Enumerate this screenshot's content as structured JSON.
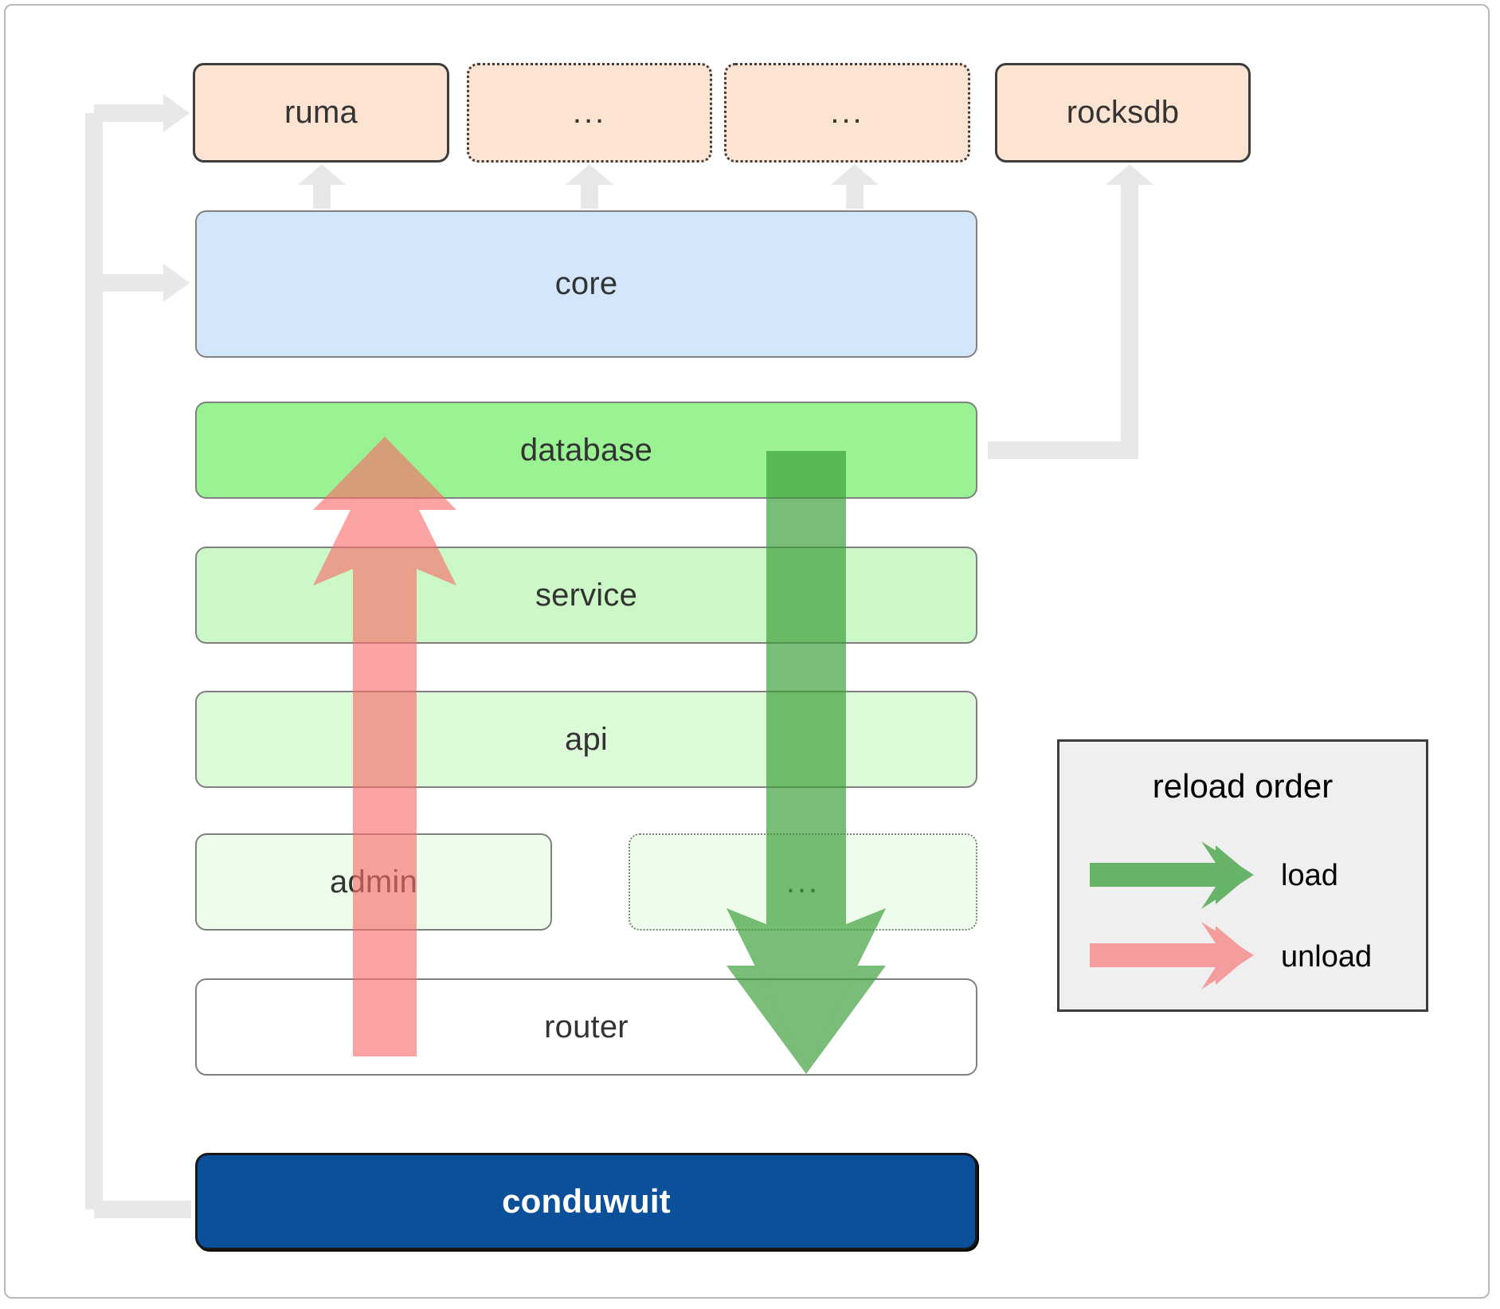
{
  "diagram": {
    "title_hidden": "conduwuit module reload architecture",
    "nodes": {
      "ruma": "ruma",
      "ellipsis_top_1": "...",
      "ellipsis_top_2": "...",
      "rocksdb": "rocksdb",
      "core": "core",
      "database": "database",
      "service": "service",
      "api": "api",
      "admin": "admin",
      "ellipsis_mid": "...",
      "router": "router",
      "conduwuit": "conduwuit"
    },
    "legend": {
      "title": "reload order",
      "items": [
        {
          "label": "load",
          "color": "#4caf50",
          "direction": "right"
        },
        {
          "label": "unload",
          "color": "#fa7a7a",
          "direction": "right"
        }
      ]
    },
    "arrows": {
      "load_arrow": {
        "color": "#4caf50",
        "direction": "down",
        "semantic": "load-order-arrow"
      },
      "unload_arrow": {
        "color": "#fa7a7a",
        "direction": "up",
        "semantic": "unload-order-arrow"
      },
      "dependency_color": "#e8e8e8"
    },
    "colors": {
      "orange_fill": "#fce3d2",
      "blue_fill": "#d4e6fa",
      "green_1": "#9af293",
      "green_2": "#ccf7c6",
      "green_3": "#ddfad8",
      "green_4": "#eefceb",
      "navy_fill": "#0b5099",
      "legend_bg": "#efefef",
      "connector_gray": "#e8e8e8"
    }
  }
}
